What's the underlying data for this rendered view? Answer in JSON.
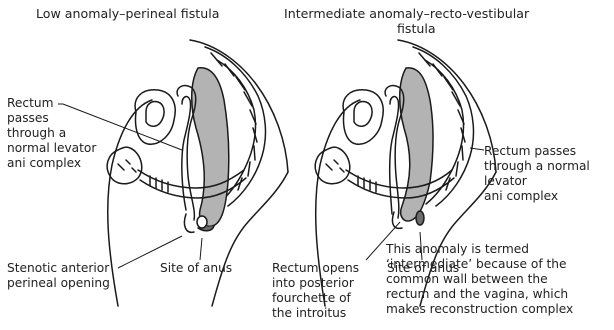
{
  "panels": [
    {
      "title": "Low anomaly–perineal fistula",
      "labels": {
        "rectum_levator": [
          "Rectum",
          "passes",
          "through a",
          "normal levator",
          "ani complex"
        ],
        "opening": [
          "Stenotic anterior",
          "perineal opening"
        ],
        "anus_site": "Site of anus"
      }
    },
    {
      "title": [
        "Intermediate anomaly–recto-vestibular",
        "fistula"
      ],
      "labels": {
        "rectum_levator": [
          "Rectum passes",
          "through a normal",
          "levator",
          "ani complex"
        ],
        "rectum_opens": [
          "Rectum opens",
          "into posterior",
          "fourchette of",
          "the introitus"
        ],
        "anus_site": "Site of anus",
        "note": [
          "This anomaly is termed",
          "‘intermediate’ because of the",
          "common wall between the",
          "rectum and the vagina, which",
          "makes reconstruction complex"
        ]
      }
    }
  ]
}
